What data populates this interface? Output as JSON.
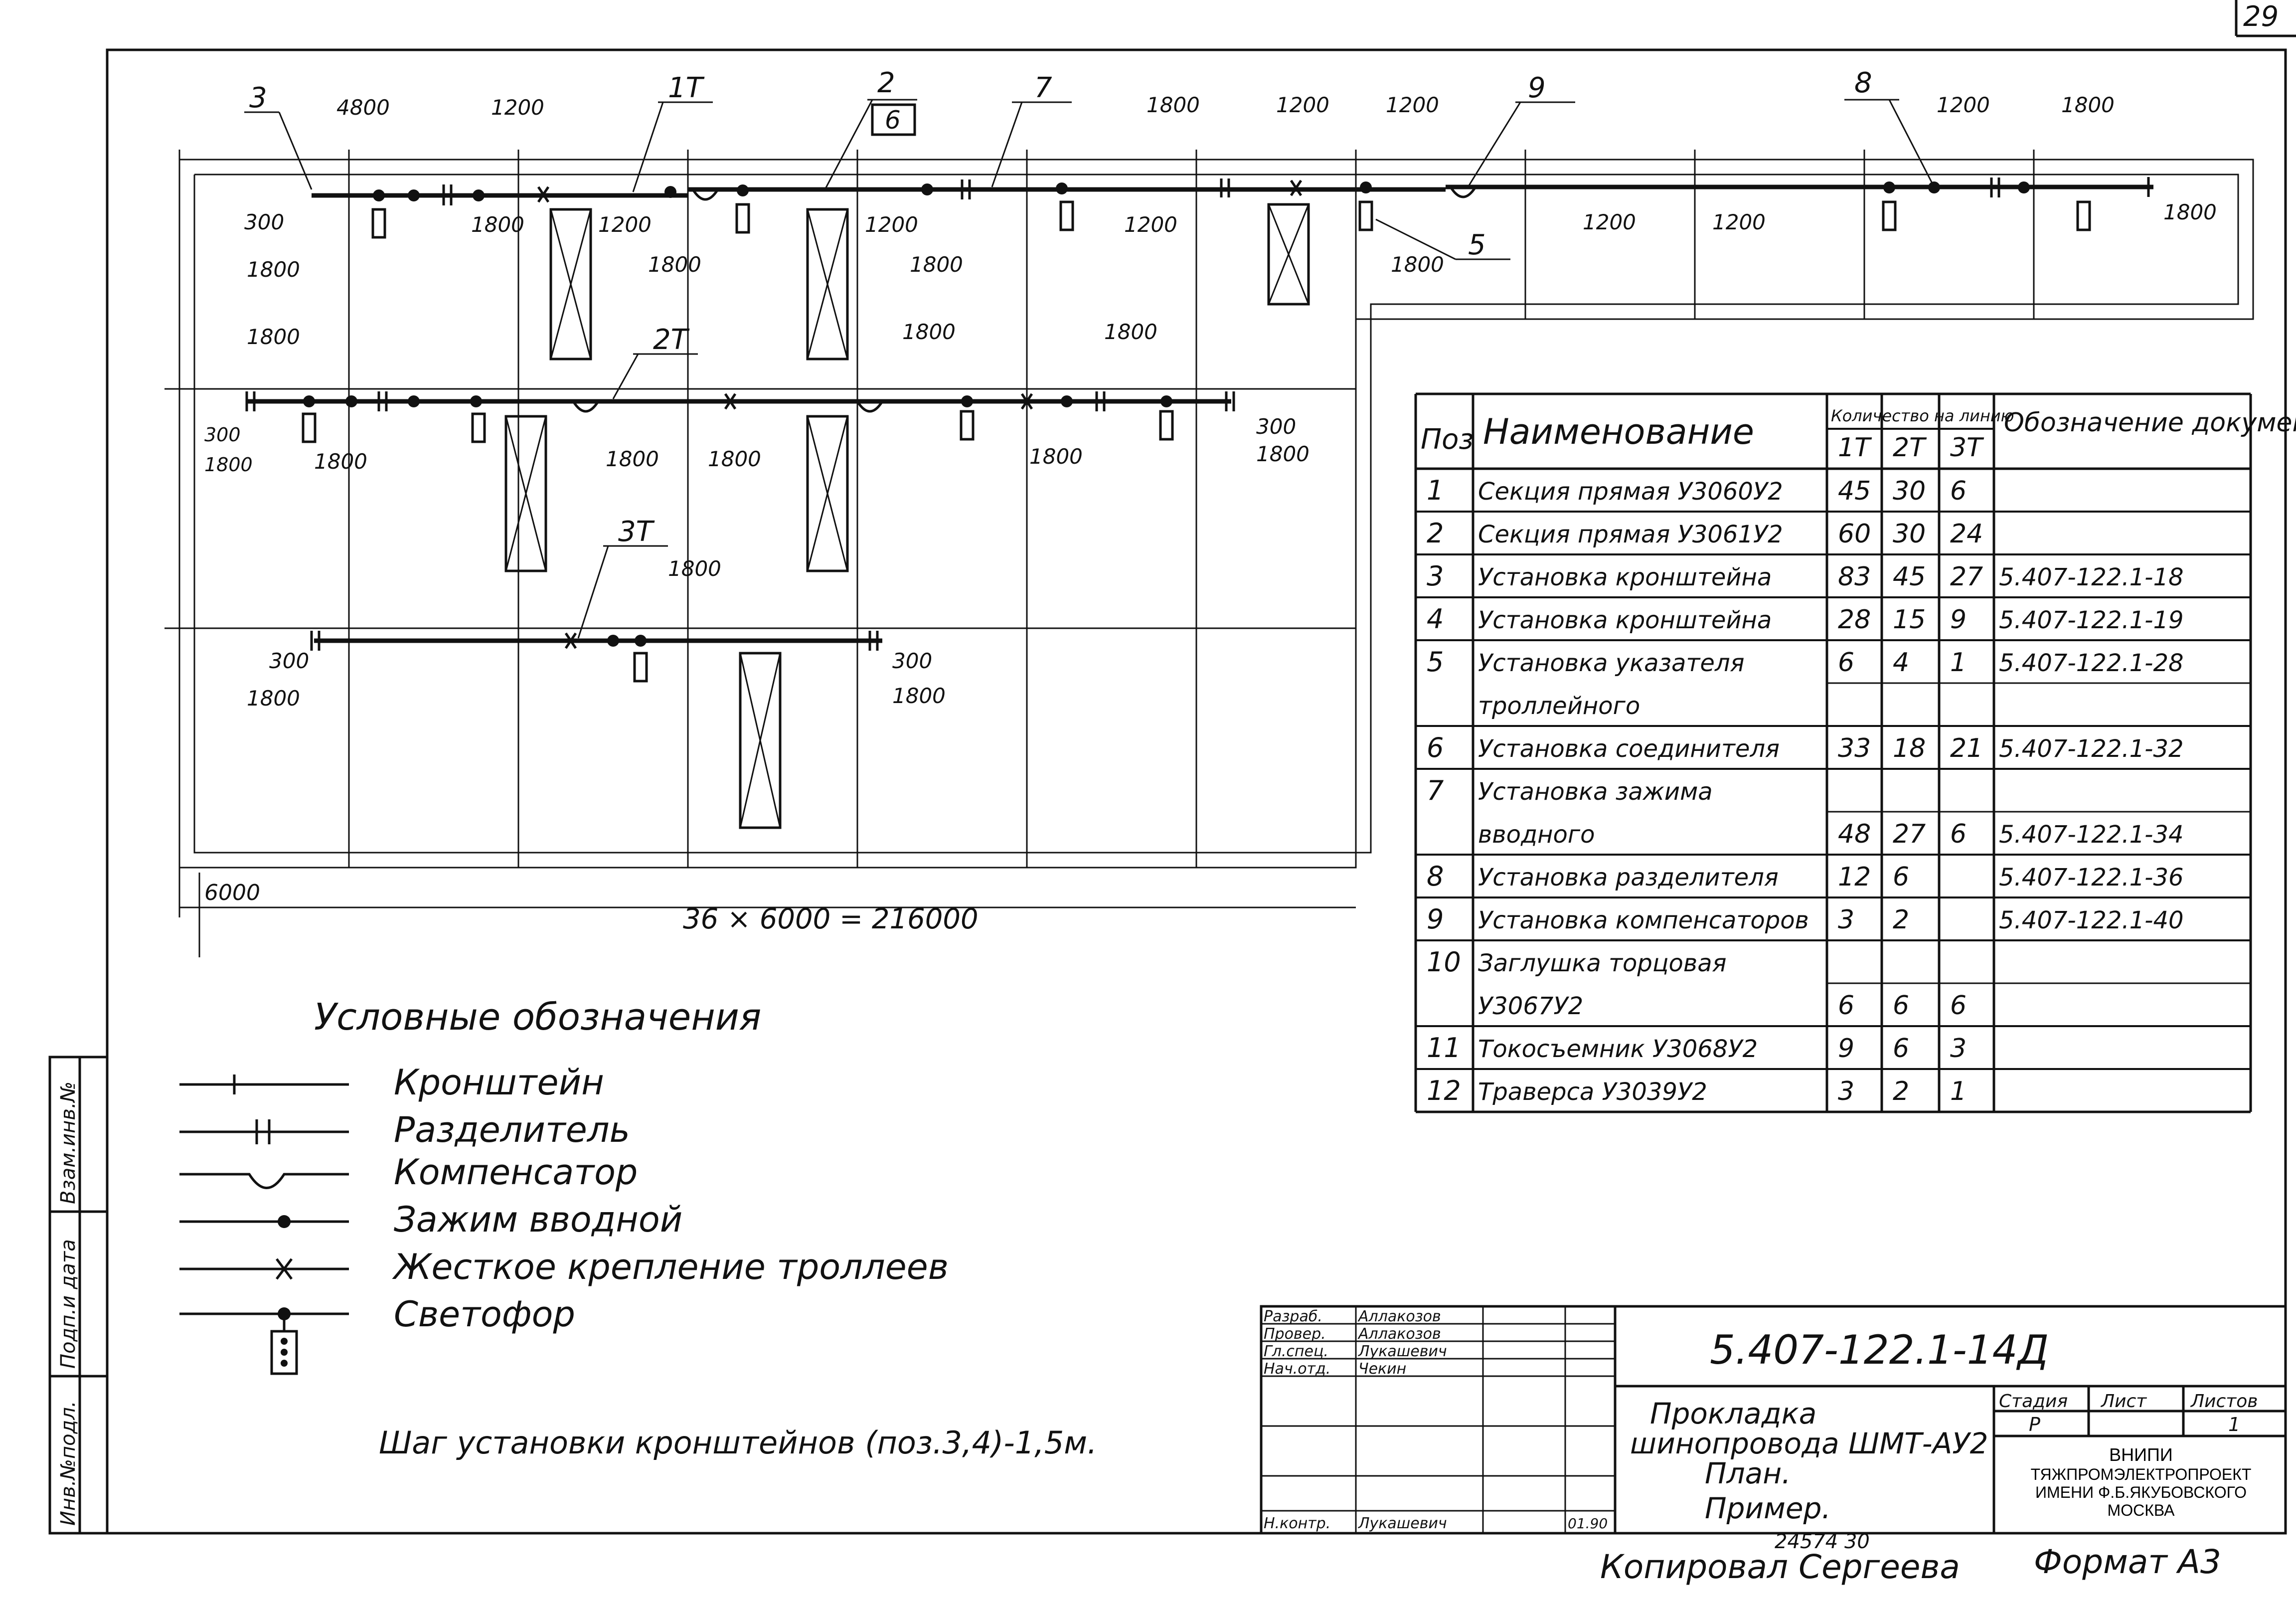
{
  "page_number": "29",
  "plan": {
    "overall_dimension": "36 × 6000 = 216000",
    "left_dimension": "6000",
    "callouts": [
      "3",
      "1T",
      "2",
      "6",
      "7",
      "9",
      "8",
      "2T",
      "3T",
      "5"
    ],
    "dimension_labels": [
      "4800",
      "1200",
      "1800",
      "300"
    ]
  },
  "spec_table": {
    "headers": {
      "pos": "Поз",
      "name": "Наименование",
      "qty_group": "Количество на линию",
      "doc": "Обозначение документа"
    },
    "qty_cols": [
      "1Т",
      "2Т",
      "3Т"
    ],
    "rows": [
      {
        "pos": "1",
        "name": "Секция прямая У3060У2",
        "q1": "45",
        "q2": "30",
        "q3": "6",
        "doc": ""
      },
      {
        "pos": "2",
        "name": "Секция прямая У3061У2",
        "q1": "60",
        "q2": "30",
        "q3": "24",
        "doc": ""
      },
      {
        "pos": "3",
        "name": "Установка кронштейна",
        "q1": "83",
        "q2": "45",
        "q3": "27",
        "doc": "5.407-122.1-18"
      },
      {
        "pos": "4",
        "name": "Установка кронштейна",
        "q1": "28",
        "q2": "15",
        "q3": "9",
        "doc": "5.407-122.1-19"
      },
      {
        "pos": "5",
        "name": "Установка указателя",
        "q1": "6",
        "q2": "4",
        "q3": "1",
        "doc": "5.407-122.1-28"
      },
      {
        "pos": "",
        "name": "троллейного",
        "q1": "",
        "q2": "",
        "q3": "",
        "doc": ""
      },
      {
        "pos": "6",
        "name": "Установка соединителя",
        "q1": "33",
        "q2": "18",
        "q3": "21",
        "doc": "5.407-122.1-32"
      },
      {
        "pos": "7",
        "name": "Установка зажима",
        "q1": "",
        "q2": "",
        "q3": "",
        "doc": ""
      },
      {
        "pos": "",
        "name": "вводного",
        "q1": "48",
        "q2": "27",
        "q3": "6",
        "doc": "5.407-122.1-34"
      },
      {
        "pos": "8",
        "name": "Установка разделителя",
        "q1": "12",
        "q2": "6",
        "q3": "",
        "doc": "5.407-122.1-36"
      },
      {
        "pos": "9",
        "name": "Установка компенсаторов",
        "q1": "3",
        "q2": "2",
        "q3": "",
        "doc": "5.407-122.1-40"
      },
      {
        "pos": "10",
        "name": "Заглушка торцовая",
        "q1": "",
        "q2": "",
        "q3": "",
        "doc": ""
      },
      {
        "pos": "",
        "name": "У3067У2",
        "q1": "6",
        "q2": "6",
        "q3": "6",
        "doc": ""
      },
      {
        "pos": "11",
        "name": "Токосъемник У3068У2",
        "q1": "9",
        "q2": "6",
        "q3": "3",
        "doc": ""
      },
      {
        "pos": "12",
        "name": "Траверса У3039У2",
        "q1": "3",
        "q2": "2",
        "q3": "1",
        "doc": ""
      }
    ]
  },
  "legend": {
    "title": "Условные обозначения",
    "items": [
      {
        "symbol": "bracket-icon",
        "label": "Кронштейн"
      },
      {
        "symbol": "separator-icon",
        "label": "Разделитель"
      },
      {
        "symbol": "compensator-icon",
        "label": "Компенсатор"
      },
      {
        "symbol": "input-clamp-icon",
        "label": "Зажим вводной"
      },
      {
        "symbol": "rigid-fixing-icon",
        "label": "Жесткое крепление троллеев"
      },
      {
        "symbol": "traffic-light-icon",
        "label": "Светофор"
      }
    ]
  },
  "note": "Шаг установки кронштейнов (поз.3,4)-1,5м.",
  "side_stamp": [
    "Инв.№подл.",
    "Подп.и дата",
    "Взам.инв.№"
  ],
  "title_block": {
    "designation": "5.407-122.1-14Д",
    "title_lines": [
      "Прокладка",
      "шинопровода ШМТ-АУ2",
      "План.",
      "Пример."
    ],
    "roles": [
      {
        "role": "Разраб.",
        "name": "Аллакозов"
      },
      {
        "role": "Провер.",
        "name": "Аллакозов"
      },
      {
        "role": "Гл.спец.",
        "name": "Лукашевич"
      },
      {
        "role": "Нач.отд.",
        "name": "Чекин"
      },
      {
        "role": "Н.контр.",
        "name": "Лукашевич"
      }
    ],
    "date": "01.90",
    "stage_header": "Стадия",
    "sheet_header": "Лист",
    "sheets_header": "Листов",
    "stage": "Р",
    "sheets": "1",
    "org_lines": [
      "ВНИПИ",
      "ТЯЖПРОМЭЛЕКТРОПРОЕКТ",
      "ИМЕНИ Ф.Б.ЯКУБОВСКОГО",
      "МОСКВА"
    ]
  },
  "footer": {
    "order_no": "24574 30",
    "copied": "Копировал Сергеева",
    "format": "Формат А3"
  }
}
